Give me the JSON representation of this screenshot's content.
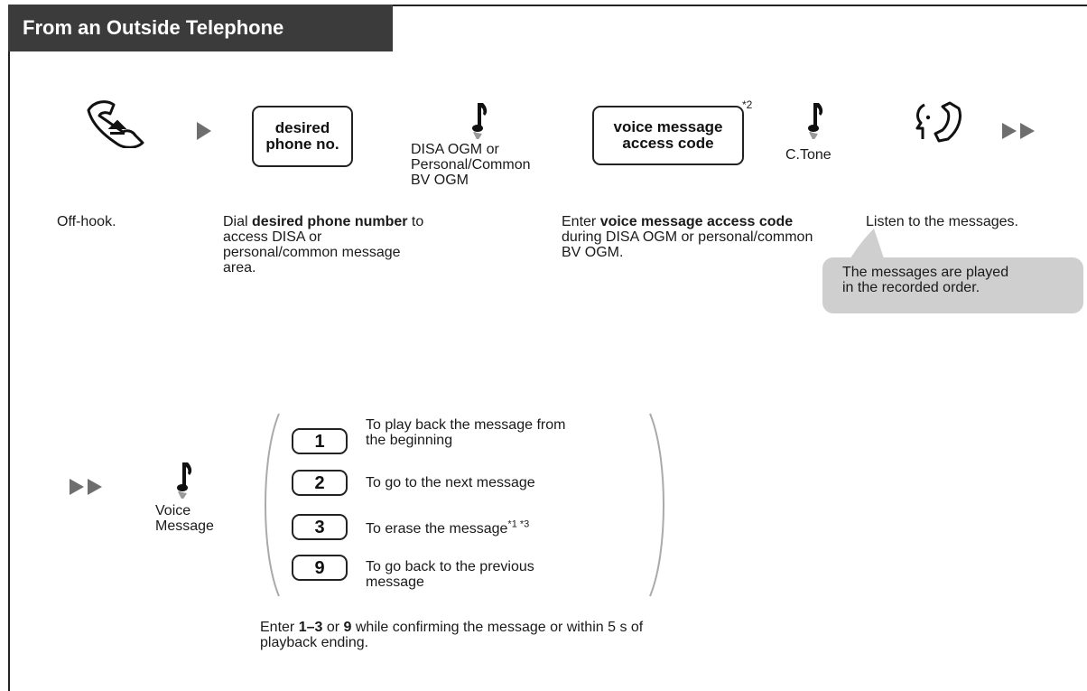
{
  "header": {
    "title": "From an Outside Telephone"
  },
  "flow_row1": {
    "keys": {
      "desired_phone_no": [
        "desired",
        "phone no."
      ],
      "voice_message_access_code": [
        "voice message",
        "access code"
      ],
      "voice_message_access_code_note": "*2"
    },
    "tone_labels": {
      "disa_ogm": [
        "DISA OGM or",
        "Personal/Common",
        "BV OGM"
      ],
      "c_tone": "C.Tone"
    },
    "descriptions": {
      "off_hook": "Off-hook.",
      "dial": {
        "pre": "Dial ",
        "bold": "desired phone number",
        "post": " to access DISA or personal/common message area."
      },
      "enter_code": {
        "pre": "Enter ",
        "bold": "voice message access code",
        "post": " during DISA OGM or personal/common BV OGM."
      },
      "listen": "Listen to the messages."
    },
    "callout": [
      "The messages are played",
      " in the recorded order."
    ]
  },
  "flow_row2": {
    "tone_label": [
      "Voice",
      "Message"
    ],
    "options": [
      {
        "key": "1",
        "text": [
          "To play back the message from",
          "the beginning"
        ]
      },
      {
        "key": "2",
        "text": [
          "To go to the next message"
        ]
      },
      {
        "key": "3",
        "text": [
          "To erase the message"
        ],
        "note": "*1 *3"
      },
      {
        "key": "9",
        "text": [
          "To go back to the previous",
          "message"
        ]
      }
    ],
    "footer": {
      "pre": "Enter ",
      "bold1": "1–3",
      "mid": " or ",
      "bold2": "9",
      "post": " while confirming the message or within 5 s of playback ending."
    }
  },
  "icons": {
    "handset": "off-hook-handset-icon",
    "tone": "music-note-tone-icon",
    "listen": "listening-ear-handset-icon",
    "arrow": "triangle-right-arrow-icon",
    "double_arrow": "double-triangle-arrow-icon"
  }
}
